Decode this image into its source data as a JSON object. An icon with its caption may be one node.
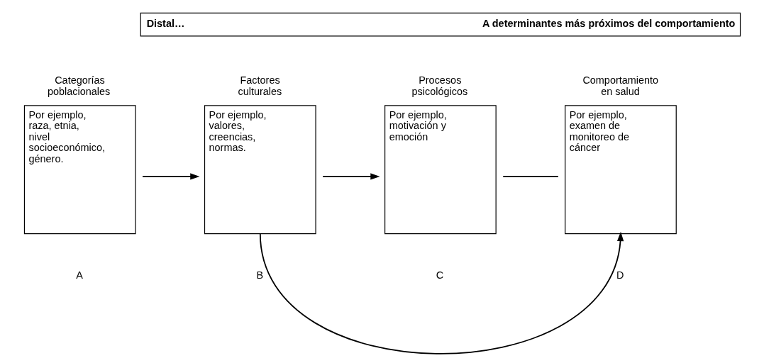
{
  "diagram": {
    "nodes": [
      {
        "text": [
          "Distal…",
          "A determinantes más próximos del comportamiento"
        ]
      },
      {
        "text": [
          "Categorías poblacionales",
          "Por ejemplo, raza, etnia, nivel socioeconómico, género."
        ],
        "beside": [
          "A"
        ]
      },
      {
        "text": [
          "Factores culturales",
          "Por ejemplo, valores, creencias, normas."
        ],
        "beside": [
          "B"
        ]
      },
      {
        "text": [
          "Procesos psicológicos",
          "Por ejemplo, motivación y emoción"
        ],
        "beside": [
          "C"
        ]
      },
      {
        "text": [
          "Comportamiento en salud",
          "Por ejemplo, examen de monitoreo de cáncer"
        ],
        "beside": [
          "D"
        ]
      }
    ],
    "edges": [
      {
        "from": 1,
        "to": 2,
        "arrow": "to"
      },
      {
        "from": 2,
        "to": 3,
        "arrow": "to"
      },
      {
        "from": 3,
        "to": 4,
        "arrow": "none"
      },
      {
        "from": 2,
        "to": 4,
        "arrow": "to"
      }
    ]
  }
}
